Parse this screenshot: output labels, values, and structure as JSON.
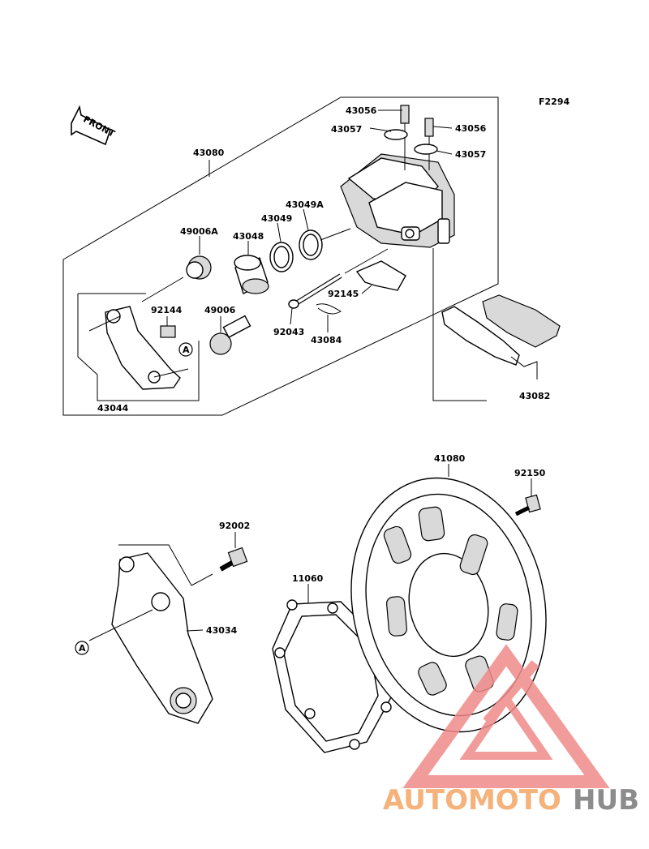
{
  "figure_code": "F2294",
  "front_label": "FRONT",
  "labels": {
    "p43056a": "43056",
    "p43056b": "43056",
    "p43057a": "43057",
    "p43057b": "43057",
    "p43080": "43080",
    "p43049A": "43049A",
    "p43049": "43049",
    "p43048": "43048",
    "p49006A": "49006A",
    "p92144": "92144",
    "p49006": "49006",
    "p92145": "92145",
    "p92043": "92043",
    "p43084": "43084",
    "p43044": "43044",
    "p43082": "43082",
    "p41080": "41080",
    "p92150": "92150",
    "p92002": "92002",
    "p11060": "11060",
    "p43034": "43034"
  },
  "callout_A": "A",
  "watermark": {
    "part1": "AUTOMOTO",
    "part2": "HUB",
    "color1": "#f5b27a",
    "color2": "#8c8c8c",
    "triangle_color": "#f08a8a"
  }
}
